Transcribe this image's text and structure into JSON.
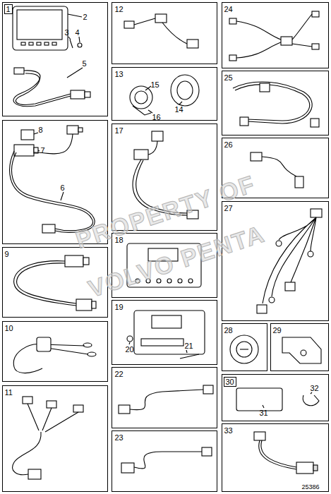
{
  "diagram": {
    "nodes": [
      {
        "text": [
          "1",
          "2",
          "3",
          "4",
          "5"
        ]
      },
      {
        "text": [
          "6",
          "7",
          "8"
        ]
      },
      {
        "text": [
          "9"
        ]
      },
      {
        "text": [
          "10"
        ]
      },
      {
        "text": [
          "11"
        ]
      },
      {
        "text": [
          "12"
        ]
      },
      {
        "text": [
          "13",
          "14",
          "15",
          "16"
        ]
      },
      {
        "text": [
          "17"
        ]
      },
      {
        "text": [
          "18"
        ]
      },
      {
        "text": [
          "19",
          "20",
          "21"
        ]
      },
      {
        "text": [
          "22"
        ]
      },
      {
        "text": [
          "23"
        ]
      },
      {
        "text": [
          "24"
        ]
      },
      {
        "text": [
          "25"
        ]
      },
      {
        "text": [
          "26"
        ]
      },
      {
        "text": [
          "27"
        ]
      },
      {
        "text": [
          "28"
        ]
      },
      {
        "text": [
          "29"
        ]
      },
      {
        "text": [
          "30",
          "31",
          "32"
        ]
      },
      {
        "text": [
          "33"
        ]
      }
    ],
    "labels": [
      "PROPERTY OF",
      "VOLVO PENTA",
      "25386"
    ]
  }
}
